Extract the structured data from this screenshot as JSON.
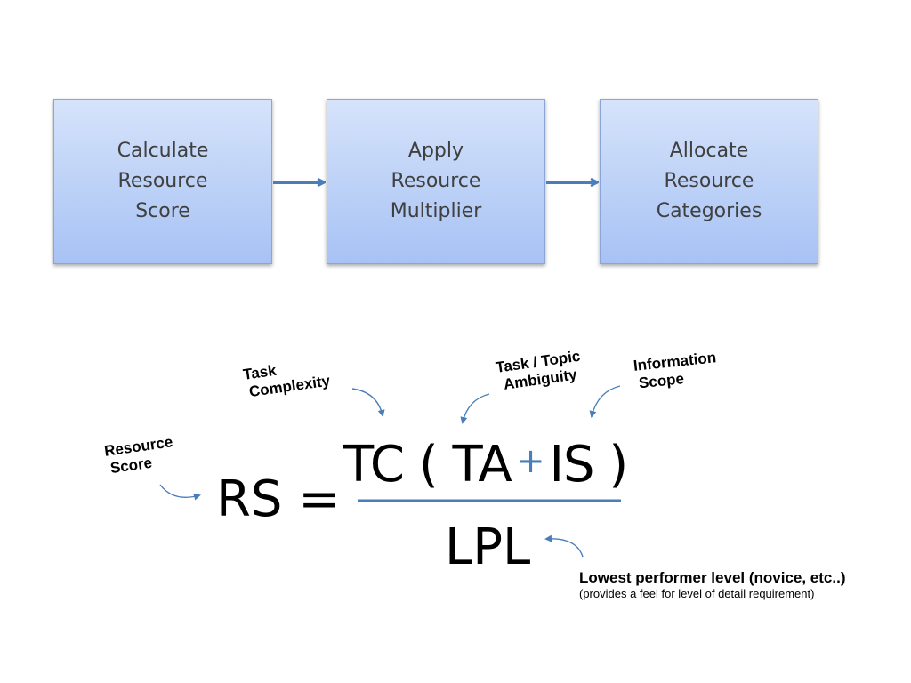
{
  "flow": {
    "steps": [
      {
        "lines": [
          "Calculate",
          "Resource",
          "Score"
        ]
      },
      {
        "lines": [
          "Apply",
          "Resource",
          "Multiplier"
        ]
      },
      {
        "lines": [
          "Allocate",
          "Resource",
          "Categories"
        ]
      }
    ],
    "arrow_color": "#4a7ebb",
    "box_color": "#b9cef6"
  },
  "formula": {
    "lhs": "RS =",
    "numerator": {
      "tc": "TC (",
      "ta": "TA",
      "plus": "+",
      "is": "IS )"
    },
    "denominator": "LPL",
    "fraction_line_color": "#4a7ebb",
    "plus_color": "#4a7ebb"
  },
  "annotations": {
    "task_complexity": [
      "Task",
      "Complexity"
    ],
    "ambiguity": [
      "Task / Topic",
      "Ambiguity"
    ],
    "information_scope": [
      "Information",
      "Scope"
    ],
    "resource_score": [
      "Resource",
      "Score"
    ],
    "lpl": {
      "title": "Lowest performer level (novice, etc..)",
      "subtitle": "(provides a feel for level of detail requirement)"
    }
  }
}
